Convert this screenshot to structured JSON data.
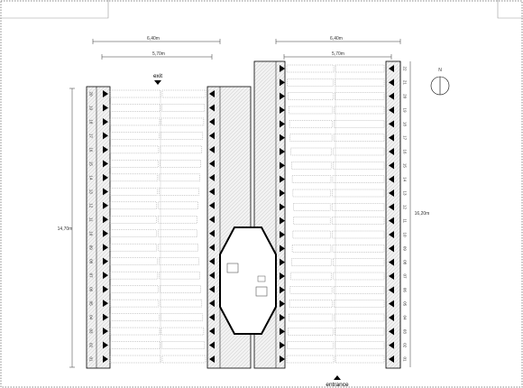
{
  "plan": {
    "exit_label": "exit",
    "entrance_label": "entrance",
    "north_label": "N",
    "dims": {
      "left_outer_width": "6,40m",
      "left_inner_width": "5,70m",
      "right_outer_width": "6,40m",
      "right_inner_width": "5,70m",
      "left_length": "14,70m",
      "right_length": "16,20m"
    },
    "left_rows": [
      "01",
      "02",
      "03",
      "04",
      "05",
      "06",
      "07",
      "08",
      "09",
      "10",
      "11",
      "12",
      "13",
      "14",
      "15",
      "16",
      "17",
      "18",
      "19",
      "20"
    ],
    "right_rows": [
      "01",
      "02",
      "03",
      "04",
      "05",
      "06",
      "07",
      "08",
      "09",
      "10",
      "11",
      "12",
      "13",
      "14",
      "15",
      "16",
      "17",
      "18",
      "19",
      "20",
      "21",
      "22"
    ]
  },
  "colors": {
    "line": "#000000",
    "hatch": "#e6e6e6",
    "seat": "#9a9a9a"
  },
  "icons": {
    "seat_marker": "triangle-marker-icon",
    "north": "north-arrow-icon",
    "exit": "exit-arrow-icon",
    "entrance": "entrance-arrow-icon"
  }
}
